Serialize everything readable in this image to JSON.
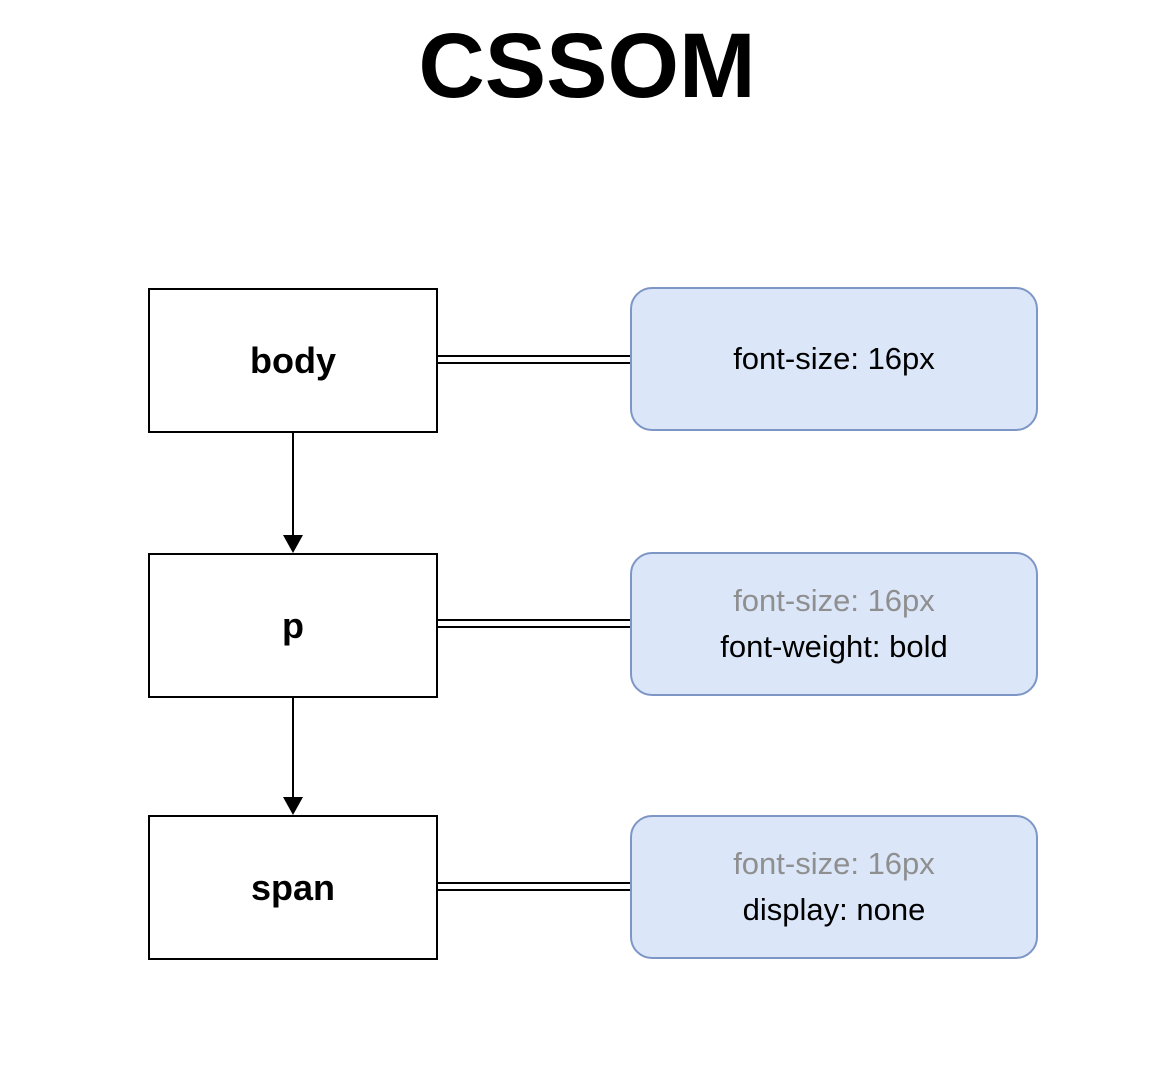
{
  "title": "CSSOM",
  "colors": {
    "canvas_bg": "#ffffff",
    "node_fill": "#ffffff",
    "node_border": "#000000",
    "prop_fill": "#dbe6f8",
    "prop_border": "#7d96c5",
    "text": "#000000",
    "inherited_text": "#8f8f8f"
  },
  "nodes": [
    {
      "label": "body",
      "props": [
        {
          "text": "font-size: 16px",
          "inherited": false
        }
      ]
    },
    {
      "label": "p",
      "props": [
        {
          "text": "font-size: 16px",
          "inherited": true
        },
        {
          "text": "font-weight: bold",
          "inherited": false
        }
      ]
    },
    {
      "label": "span",
      "props": [
        {
          "text": "font-size: 16px",
          "inherited": true
        },
        {
          "text": "display: none",
          "inherited": false
        }
      ]
    }
  ],
  "edges": [
    {
      "from": "body",
      "to": "p",
      "style": "arrow"
    },
    {
      "from": "p",
      "to": "span",
      "style": "arrow"
    },
    {
      "from": "body",
      "to": "body-props",
      "style": "double-line"
    },
    {
      "from": "p",
      "to": "p-props",
      "style": "double-line"
    },
    {
      "from": "span",
      "to": "span-props",
      "style": "double-line"
    }
  ]
}
